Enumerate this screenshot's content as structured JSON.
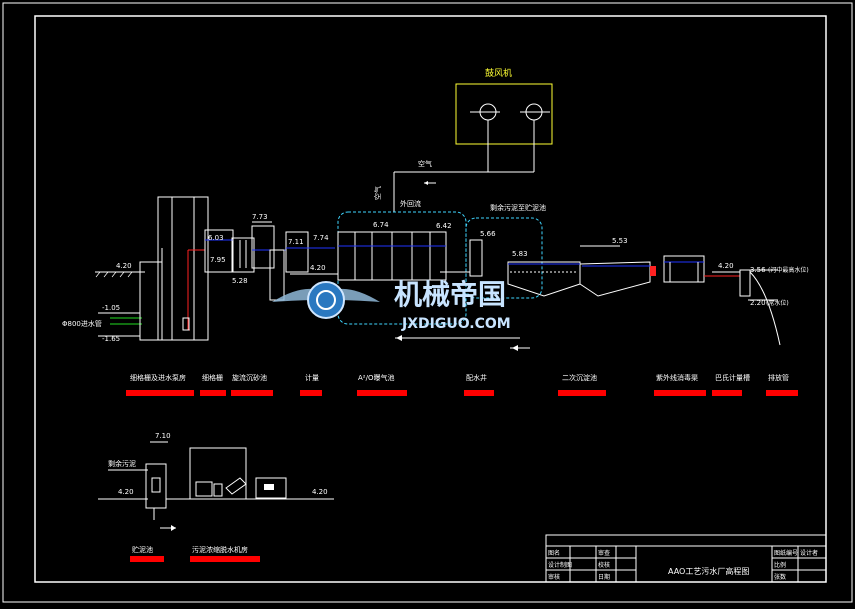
{
  "drawing": {
    "title": "AAO工艺污水厂高程图",
    "title_block": {
      "labels": [
        "图名",
        "设计制图",
        "审核",
        "审查",
        "校核",
        "日期",
        "图纸编号",
        "比例",
        "张数",
        "设计者"
      ],
      "values": [
        "",
        "",
        "",
        "",
        "",
        "",
        "",
        "",
        "",
        ""
      ]
    }
  },
  "units": {
    "blower": "鼓风机"
  },
  "elevations": {
    "inlet_ground": "4.20",
    "pipe_1": "-1.05",
    "pipe_2": "-1.65",
    "grit_top": "7.73",
    "grit_mid": "6.03",
    "screen": "7.95",
    "grit_bottom": "5.28",
    "meter_top": "7.11",
    "aao_left": "7.74",
    "aao_ground": "4.20",
    "aao_water_1": "6.74",
    "aao_water_2": "6.42",
    "distribution": "5.66",
    "clarifier": "5.83",
    "sludge_mid": "5.53",
    "outfall_ground": "4.20",
    "river_high": "3.56",
    "river_low": "2.20",
    "sludge_top": "7.10",
    "sludge_ground_left": "4.20",
    "sludge_ground_right": "4.20"
  },
  "annotations": {
    "inlet_pipe": "Φ800进水管",
    "air": "空气",
    "return_flow": "外回流",
    "excess_sludge": "剩余污泥至贮泥池",
    "river_high_label": "(河中最高水位)",
    "river_low_label": "(常水位)",
    "sludge_source": "剩余污泥"
  },
  "process_units": [
    "细格栅及进水泵房",
    "细格栅",
    "旋流沉砂池",
    "计量",
    "A²/O曝气池",
    "配水井",
    "二次沉淀池",
    "紫外线消毒渠",
    "巴氏计量槽",
    "排放管"
  ],
  "sludge_units": [
    "贮泥池",
    "污泥浓缩脱水机房"
  ],
  "watermark": {
    "cn": "机械帝国",
    "en": "JXDIGUO.COM"
  },
  "colors": {
    "background": "#000000",
    "line": "#ffffff",
    "water": "#1f35ff",
    "label_bar": "#ff0000",
    "cyan": "#3fd6ff",
    "yellow": "#ffff33",
    "green": "#22dd22"
  }
}
